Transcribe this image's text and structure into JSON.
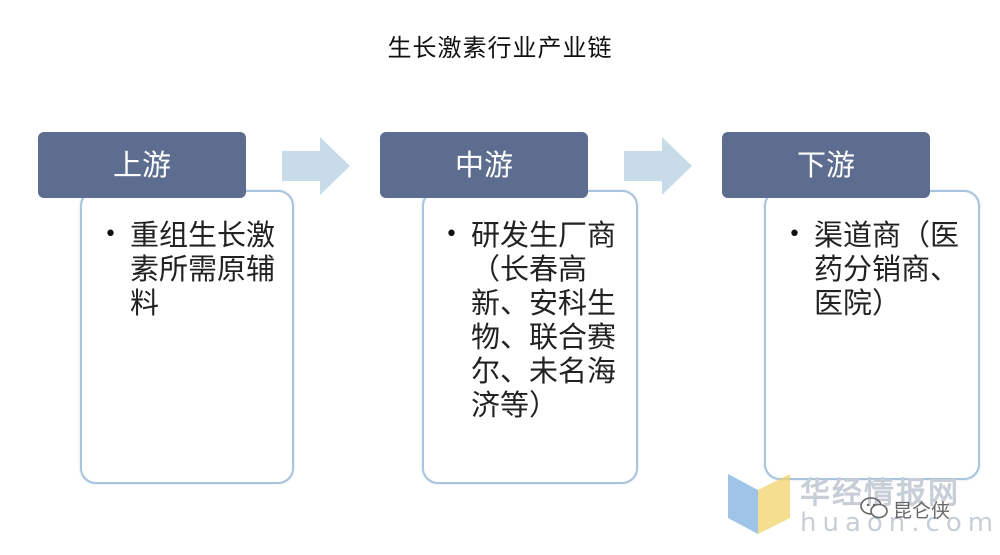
{
  "title": "生长激素行业产业链",
  "stages": [
    {
      "header": "上游",
      "items": [
        "重组生长激素所需原辅料"
      ]
    },
    {
      "header": "中游",
      "items": [
        "研发生厂商（长春高新、安科生物、联合赛尔、未名海济等）"
      ]
    },
    {
      "header": "下游",
      "items": [
        "渠道商（医药分销商、医院）"
      ]
    }
  ],
  "watermark": {
    "name": "华经情报网",
    "domain": "huaon.com",
    "badge": "昆仑侠",
    "badge_icon": "wechat-icon"
  },
  "colors": {
    "header_bg": "#5d6d8f",
    "box_border": "#a9c4df",
    "arrow": "#c7dbe8"
  }
}
